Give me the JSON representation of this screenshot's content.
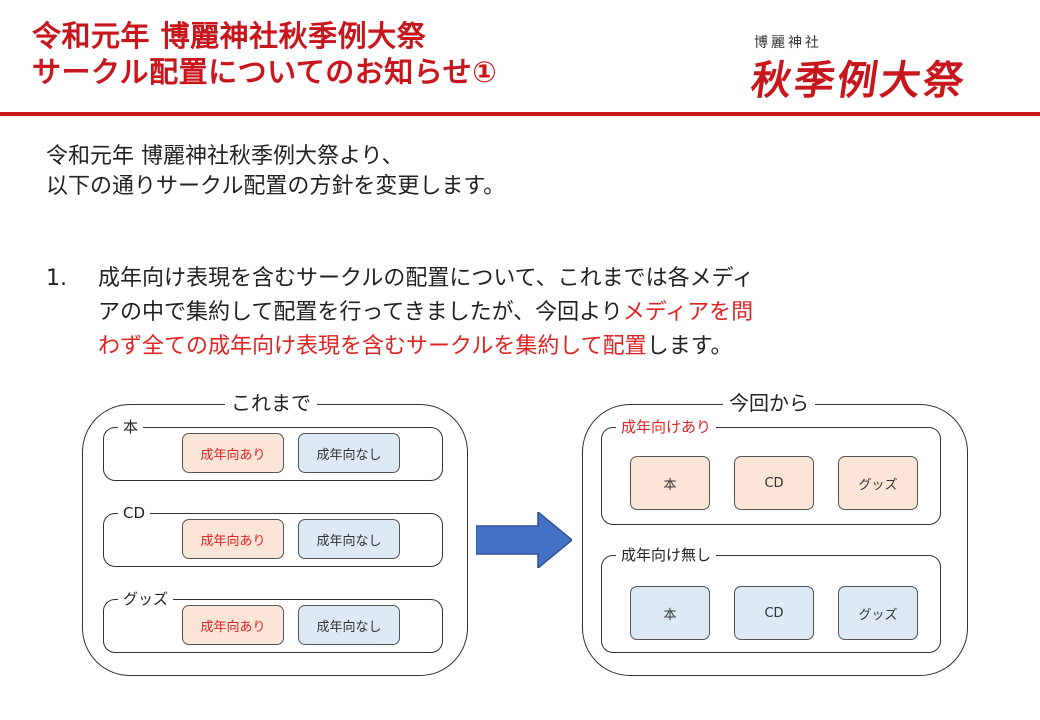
{
  "header": {
    "title_line1": "令和元年 博麗神社秋季例大祭",
    "title_line2": "サークル配置についてのお知らせ①",
    "logo_small": "博麗神社",
    "logo_big": "秋季例大祭"
  },
  "intro": {
    "line1": "令和元年 博麗神社秋季例大祭より、",
    "line2": "以下の通りサークル配置の方針を変更します。"
  },
  "item1": {
    "number": "1.",
    "line1": "成年向け表現を含むサークルの配置について、これまでは各メディ",
    "line2_a": "アの中で集約して配置を行ってきましたが、今回より",
    "line2_b": "メディアを問",
    "line3_a": "わず全ての成年向け表現を含むサークルを集約して配置",
    "line3_b": "します。"
  },
  "before": {
    "title": "これまで",
    "rows": [
      {
        "label": "本",
        "adult": "成年向あり",
        "none": "成年向なし"
      },
      {
        "label": "CD",
        "adult": "成年向あり",
        "none": "成年向なし"
      },
      {
        "label": "グッズ",
        "adult": "成年向あり",
        "none": "成年向なし"
      }
    ]
  },
  "after": {
    "title": "今回から",
    "rows": [
      {
        "label": "成年向けあり",
        "items": [
          "本",
          "CD",
          "グッズ"
        ]
      },
      {
        "label": "成年向け無し",
        "items": [
          "本",
          "CD",
          "グッズ"
        ]
      }
    ]
  },
  "colors": {
    "accent_red": "#c8161d",
    "highlight_red": "#e02424",
    "adult_fill": "#fbe5d6",
    "general_fill": "#dde9f5",
    "arrow_fill": "#4472c4"
  },
  "icons": {
    "transition": "arrow-right-icon"
  }
}
